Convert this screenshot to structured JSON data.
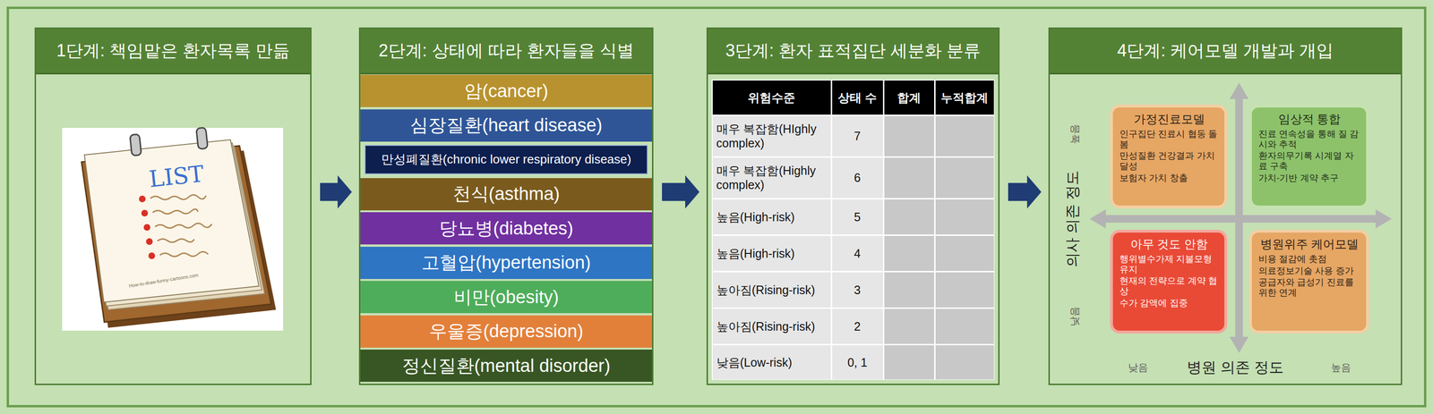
{
  "diagram": {
    "nodes": [
      {
        "text": [
          "1단계: 책임맡은 환자목록 만듦"
        ]
      },
      {
        "text": [
          "2단계: 상태에 따라 환자들을 식별"
        ]
      },
      {
        "text": [
          "암(cancer)"
        ],
        "in": 1
      },
      {
        "text": [
          "심장질환(heart disease)"
        ],
        "in": 1
      },
      {
        "text": [
          "만성폐질환(chronic lower respiratory disease)"
        ],
        "in": 1
      },
      {
        "text": [
          "천식(asthma)"
        ],
        "in": 1
      },
      {
        "text": [
          "당뇨병(diabetes)"
        ],
        "in": 1
      },
      {
        "text": [
          "고혈압(hypertension)"
        ],
        "in": 1
      },
      {
        "text": [
          "비만(obesity)"
        ],
        "in": 1
      },
      {
        "text": [
          "우울증(depression)"
        ],
        "in": 1
      },
      {
        "text": [
          "정신질환(mental disorder)"
        ],
        "in": 1
      },
      {
        "text": [
          "3단계: 환자 표적집단 세분화 분류"
        ]
      },
      {
        "text": [
          "4단계: 케어모델 개발과 개입"
        ]
      },
      {
        "text": [
          "가정진료모델",
          "인구집단 진료시 협동 돌봄",
          "만성질환 건강결과 가치 달성",
          "보험자 가치 창출"
        ],
        "in": 12
      },
      {
        "text": [
          "임상적 통합",
          "진료 연속성을 통해 질 감시와 추적",
          "환자의무기록 시계열 자료 구축",
          "가치-기반 계약 추구"
        ],
        "in": 12
      },
      {
        "text": [
          "아무 것도 안함",
          "행위별수가제 지불모형 유지",
          "현재의 전략으로 계약 협상",
          "수가 감액에 집중"
        ],
        "in": 12
      },
      {
        "text": [
          "병원위주 케어모델",
          "비용 절감에 촛점",
          "의료정보기술 사용 증가",
          "공급자와 급성기 진료를 위한 연계"
        ],
        "in": 12
      }
    ],
    "edges": [
      {
        "from": 0,
        "to": 1,
        "arrow": "to"
      },
      {
        "from": 1,
        "to": 11,
        "arrow": "to"
      },
      {
        "from": 11,
        "to": 12,
        "arrow": "to"
      }
    ],
    "labels": [
      "LIST",
      "How-to-draw-funny-cartoons.com",
      "위험수준",
      "상태 수",
      "합계",
      "누적합계",
      "매우 복잡함(HIghly complex)",
      "7",
      "매우 복잡함(Highly complex)",
      "6",
      "높음(High-risk)",
      "5",
      "높음(High-risk)",
      "4",
      "높아짐(Rising-risk)",
      "3",
      "높아짐(Rising-risk)",
      "2",
      "낮음(Low-risk)",
      "0, 1",
      "의사 의존 정도",
      "높음",
      "낮음",
      "병원 의존 정도",
      "낮음",
      "높음"
    ]
  }
}
